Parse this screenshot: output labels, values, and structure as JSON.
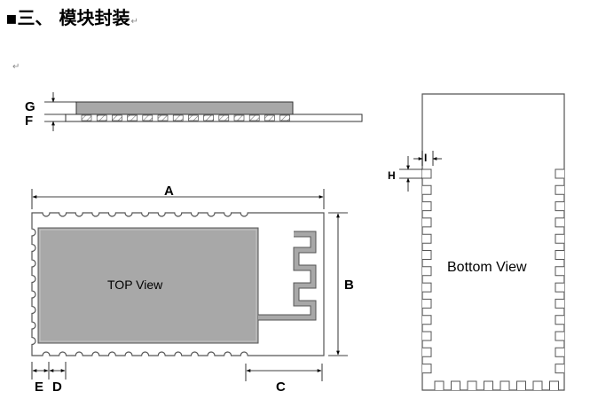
{
  "heading": {
    "text": "▪三、 模块封装",
    "return_mark": "↵"
  },
  "paragraph_mark": "↵",
  "top_view_label": "TOP View",
  "bottom_view_label": "Bottom View",
  "dimension_labels": {
    "A": "A",
    "B": "B",
    "C": "C",
    "D": "D",
    "E": "E",
    "F": "F",
    "G": "G",
    "H": "H",
    "I": "I"
  },
  "colors": {
    "shield": "#a8a8a8",
    "antenna": "#a8a8a8",
    "outline": "#555555",
    "dimension": "#000000"
  }
}
